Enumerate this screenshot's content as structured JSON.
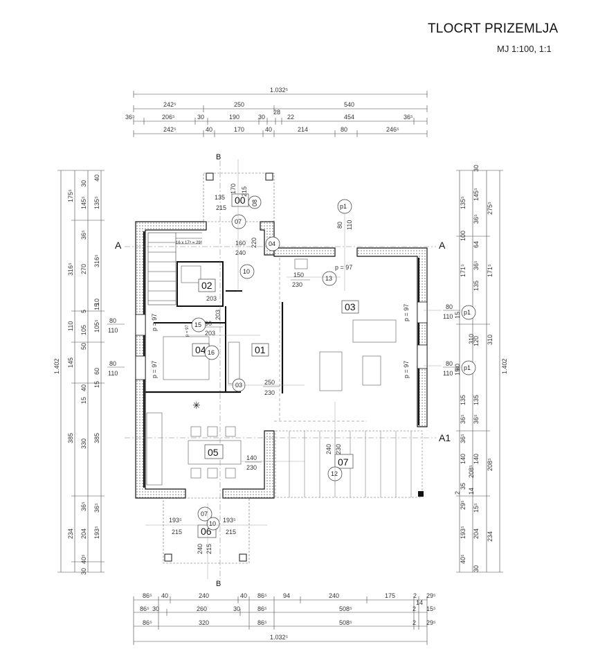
{
  "title": "TLOCRT PRIZEMLJA",
  "scale": "MJ 1:100, 1:1",
  "sections": [
    "A",
    "A",
    "A1",
    "B",
    "B"
  ],
  "rooms": [
    {
      "label": "00"
    },
    {
      "label": "01"
    },
    {
      "label": "02"
    },
    {
      "label": "03"
    },
    {
      "label": "04"
    },
    {
      "label": "05"
    },
    {
      "label": "06"
    },
    {
      "label": "07"
    }
  ],
  "top_dims": {
    "row1": [
      "1.032⁵"
    ],
    "row2": [
      "242⁵",
      "250",
      "540"
    ],
    "row3": [
      "36⁵",
      "206⁵",
      "30",
      "190",
      "30",
      "28",
      "22",
      "454",
      "36⁵"
    ],
    "row4": [
      "242⁵",
      "40",
      "170",
      "40",
      "214",
      "80",
      "246⁵"
    ]
  },
  "bottom_dims": {
    "row1": [
      "86⁵",
      "40",
      "240",
      "40",
      "86⁵",
      "94",
      "240",
      "175",
      "2",
      "29⁵",
      "14"
    ],
    "row2": [
      "86⁵",
      "30",
      "260",
      "30",
      "86⁵",
      "508⁵",
      "2",
      "15⁵"
    ],
    "row3": [
      "86⁵",
      "320",
      "86⁵",
      "508⁵",
      "2",
      "29⁵"
    ],
    "row4": [
      "1.032⁵"
    ]
  },
  "left_dims": {
    "total": "1.402",
    "outer": [
      "175⁵",
      "316⁵",
      "110",
      "145",
      "385",
      "234",
      "30"
    ],
    "mid": [
      "30",
      "145⁵",
      "36⁵",
      "270",
      "5",
      "105",
      "50",
      "40",
      "15",
      "330",
      "36⁵",
      "204",
      "40⁵"
    ],
    "inner": [
      "40",
      "135⁵",
      "316⁵",
      "10",
      "15",
      "105⁵",
      "60",
      "15",
      "385",
      "36⁵",
      "193⁵"
    ]
  },
  "right_dims": {
    "total": "1.402",
    "outer": [
      "275⁵",
      "310",
      "208⁵",
      "234"
    ],
    "mid": [
      "30",
      "145⁵",
      "36⁵",
      "64",
      "36⁵",
      "135",
      "120",
      "310",
      "135",
      "36⁵",
      "140",
      "208⁵",
      "15⁵",
      "204",
      "30"
    ],
    "inner": [
      "135⁵",
      "100",
      "171⁵",
      "171⁵",
      "15",
      "80",
      "15",
      "135",
      "36⁵",
      "36⁵",
      "140",
      "35",
      "14",
      "2",
      "29⁵",
      "193⁵",
      "40⁵"
    ]
  },
  "openings": [
    {
      "num": "80",
      "den": "110"
    },
    {
      "num": "80",
      "den": "110"
    },
    {
      "num": "80",
      "den": "110"
    },
    {
      "num": "80",
      "den": "110"
    },
    {
      "num": "80",
      "den": "110"
    },
    {
      "num": "150",
      "den": "230"
    },
    {
      "num": "90",
      "den": "203"
    },
    {
      "num": "203",
      "den": "203"
    },
    {
      "num": "250",
      "den": "230"
    },
    {
      "num": "140",
      "den": "230"
    },
    {
      "num": "240",
      "den": "230"
    },
    {
      "num": "160",
      "den": "240"
    },
    {
      "num": "170",
      "den": "215"
    },
    {
      "num": "135",
      "den": "215"
    },
    {
      "num": "193⁵",
      "den": "215"
    },
    {
      "num": "193⁵",
      "den": "215"
    },
    {
      "num": "240",
      "den": "215"
    },
    {
      "num": "220",
      "den": ""
    }
  ],
  "markers": [
    "p1",
    "p1",
    "p1",
    "07",
    "04",
    "10",
    "13",
    "15",
    "16",
    "12",
    "07",
    "08",
    "03",
    "10"
  ],
  "parapets": [
    "p = 97",
    "p = 97",
    "p = 97",
    "p = 97",
    "p = 97",
    "p = 97"
  ],
  "stair_label": "16 x 17⁹ = 29⁶"
}
